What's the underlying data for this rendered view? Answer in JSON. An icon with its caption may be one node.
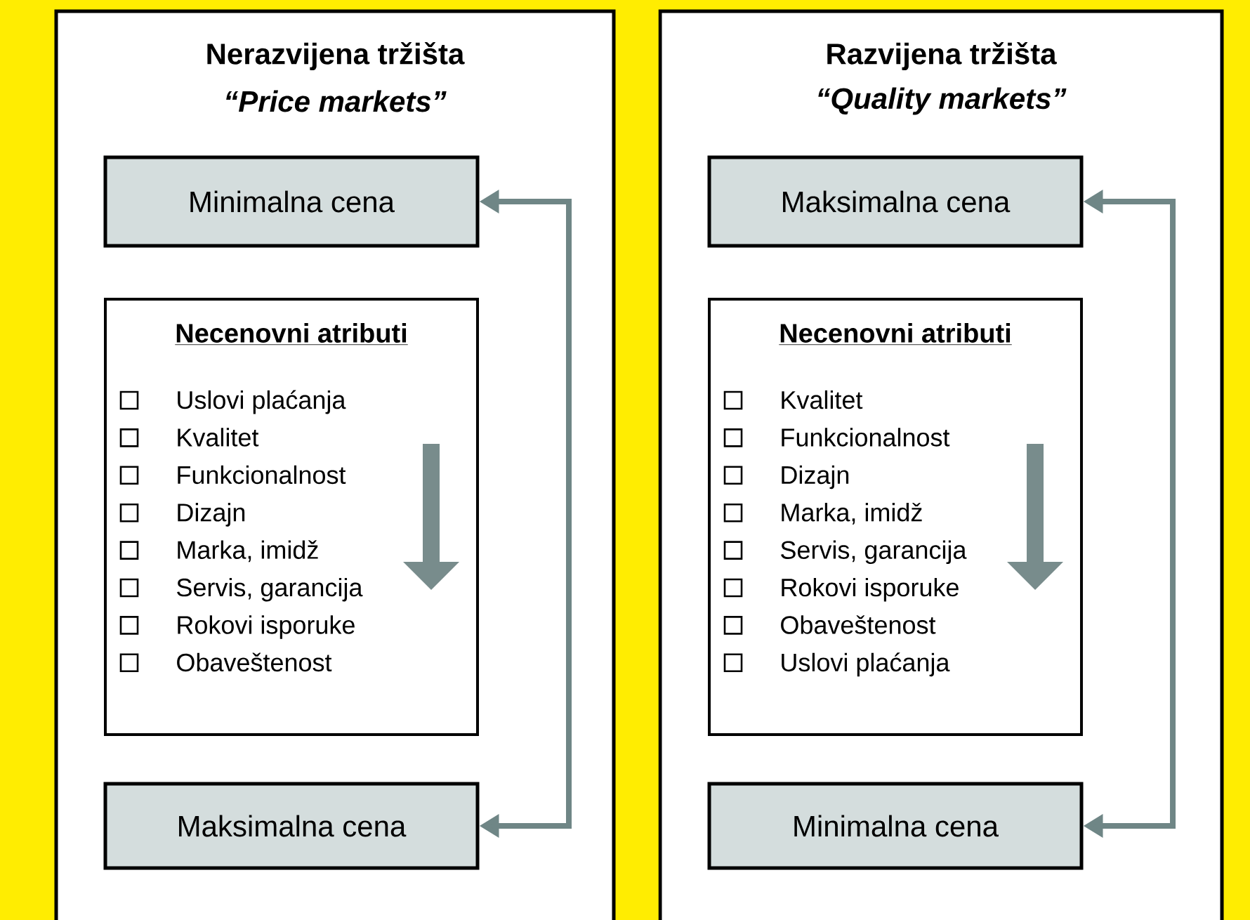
{
  "diagram": {
    "nodes": [
      {
        "text": [
          "Nerazvijena tržišta",
          "“Price markets”"
        ]
      },
      {
        "text": [
          "Minimalna cena"
        ],
        "in": 0
      },
      {
        "text": [
          "Necenovni atributi",
          "Uslovi plaćanja",
          "Kvalitet",
          "Funkcionalnost",
          "Dizajn",
          "Marka, imidž",
          "Servis, garancija",
          "Rokovi isporuke",
          "Obaveštenost"
        ],
        "in": 0
      },
      {
        "text": [
          "Maksimalna cena"
        ],
        "in": 0
      },
      {
        "text": [
          "Razvijena tržišta",
          "“Quality markets”"
        ]
      },
      {
        "text": [
          "Maksimalna cena"
        ],
        "in": 4
      },
      {
        "text": [
          "Necenovni atributi",
          "Kvalitet",
          "Funkcionalnost",
          "Dizajn",
          "Marka, imidž",
          "Servis, garancija",
          "Rokovi isporuke",
          "Obaveštenost",
          "Uslovi plaćanja"
        ],
        "in": 4
      },
      {
        "text": [
          "Minimalna cena"
        ],
        "in": 4
      }
    ],
    "edges": [
      {
        "from": 3,
        "to": 1,
        "arrow": "both"
      },
      {
        "from": 7,
        "to": 5,
        "arrow": "both"
      }
    ]
  }
}
